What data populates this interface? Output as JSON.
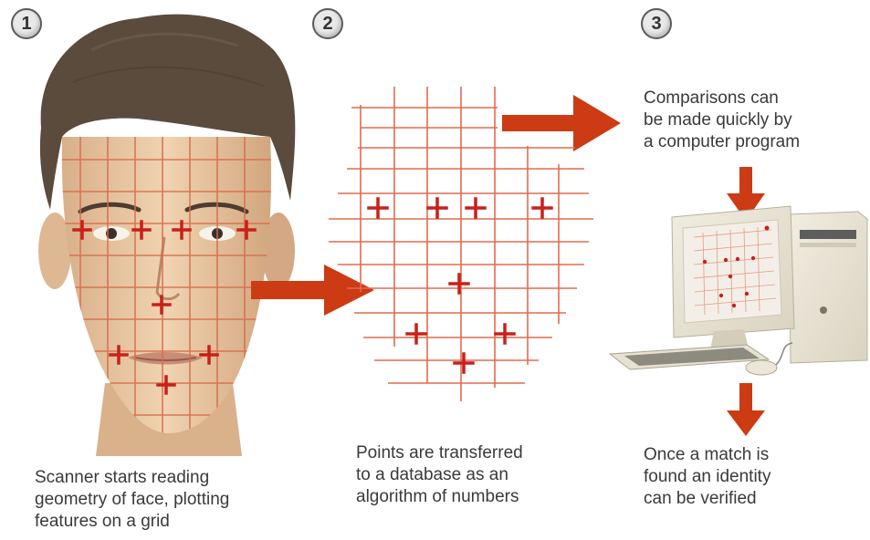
{
  "steps": [
    {
      "number": "1",
      "caption": [
        "Scanner starts reading",
        "geometry of face, plotting",
        "features on a grid"
      ]
    },
    {
      "number": "2",
      "caption": [
        "Points are transferred",
        "to a database as an",
        "algorithm of numbers"
      ]
    },
    {
      "number": "3",
      "caption_top": [
        "Comparisons can",
        "be made quickly by",
        "a computer program"
      ],
      "caption_bottom": [
        "Once a match is",
        "found an identity",
        "can be verified"
      ]
    }
  ],
  "colors": {
    "arrow": "#cc3b14",
    "grid": "#e26b4d",
    "marker": "#c8201a",
    "skin": "#e9c8a2",
    "hair": "#5b4b3d",
    "text": "#3a3a3a"
  }
}
